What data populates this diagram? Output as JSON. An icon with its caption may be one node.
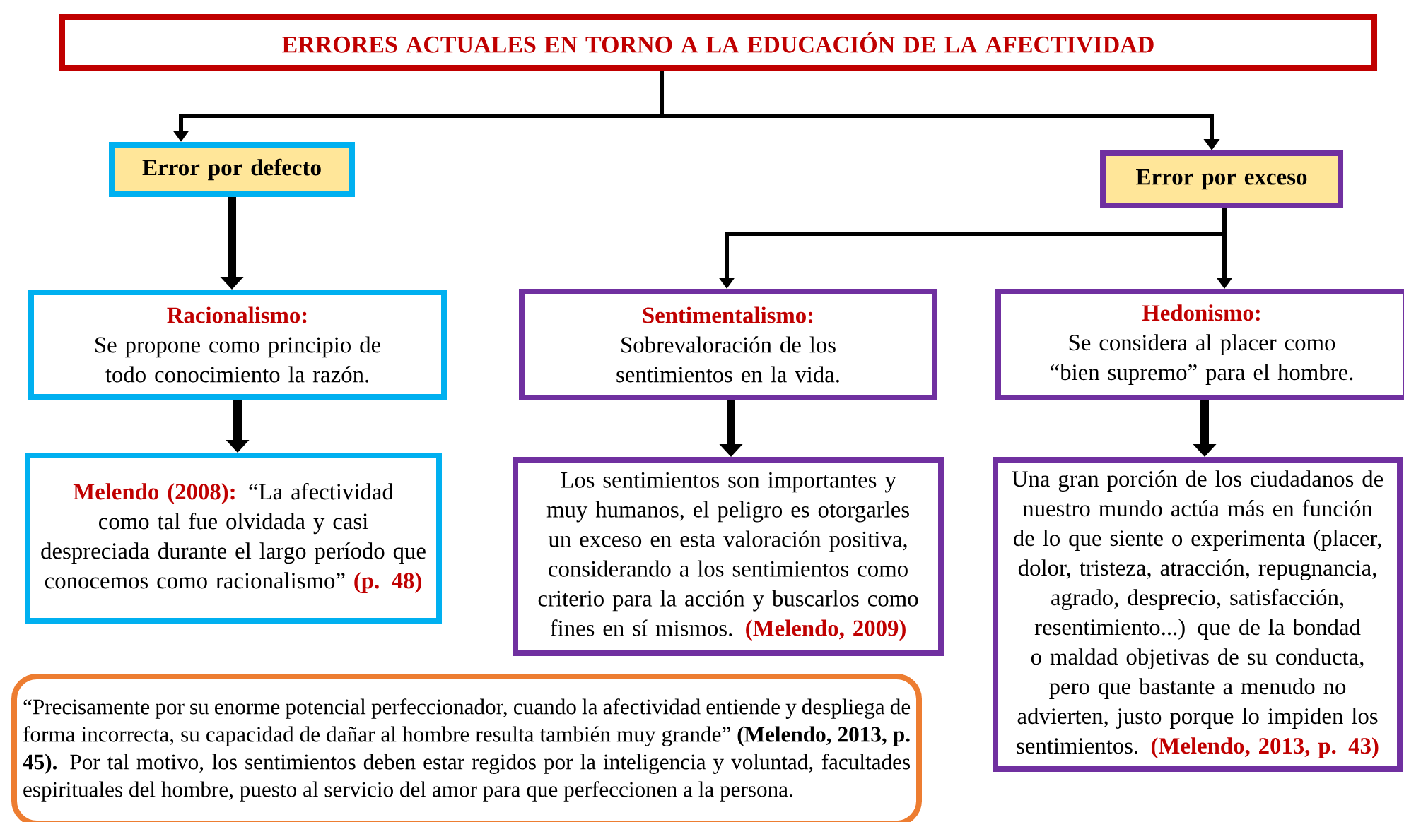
{
  "diagram": {
    "nodes": [
      {
        "text": [
          "ERRORES ACTUALES EN TORNO A LA EDUCACIÓN DE LA AFECTIVIDAD"
        ]
      },
      {
        "text": [
          "Error por defecto"
        ]
      },
      {
        "text": [
          "Error por exceso"
        ]
      },
      {
        "text": [
          "Racionalismo:",
          "Se propone como principio de todo conocimiento la razón."
        ]
      },
      {
        "text": [
          "Sentimentalismo:",
          "Sobrevaloración de los sentimientos en la vida."
        ]
      },
      {
        "text": [
          "Hedonismo:",
          "Se considera al placer como “bien supremo” para el hombre."
        ]
      },
      {
        "text": [
          "Melendo (2008):",
          "“La afectividad como tal fue olvidada y casi despreciada durante el largo período que conocemos como racionalismo”",
          "(p. 48)"
        ]
      },
      {
        "text": [
          "Los sentimientos son importantes y muy humanos, el peligro es otorgarles un exceso en esta valoración positiva, considerando a los sentimientos como criterio para la acción y buscarlos como fines en sí mismos.",
          "(Melendo, 2009)"
        ]
      },
      {
        "text": [
          "Una gran porción de los ciudadanos de nuestro mundo actúa más en función de lo que siente o experimenta (placer, dolor, tristeza, atracción, repugnancia, agrado, desprecio, satisfacción, resentimiento...) que de la bondad o maldad objetivas de su conducta, pero que bastante a menudo no advierten, justo porque lo impiden los sentimientos.",
          "(Melendo, 2013, p. 43)"
        ]
      },
      {
        "text": [
          "“Precisamente por su enorme potencial perfeccionador, cuando la afectividad entiende y despliega de forma incorrecta, su capacidad de dañar al hombre resulta también muy grande” **(Melendo, 2013, p. 45).** Por tal motivo, los sentimientos deben estar regidos por la inteligencia y voluntad, facultades espirituales del hombre, puesto al servicio del amor para que perfeccionen a la persona."
        ]
      }
    ],
    "edges": [
      {
        "from": 0,
        "to": 1,
        "arrow": "to"
      },
      {
        "from": 0,
        "to": 2,
        "arrow": "to"
      },
      {
        "from": 1,
        "to": 3,
        "arrow": "to",
        "style": "thick"
      },
      {
        "from": 2,
        "to": 4,
        "arrow": "to"
      },
      {
        "from": 2,
        "to": 5,
        "arrow": "to"
      },
      {
        "from": 3,
        "to": 6,
        "arrow": "to",
        "style": "thick"
      },
      {
        "from": 4,
        "to": 7,
        "arrow": "to",
        "style": "thick"
      },
      {
        "from": 5,
        "to": 8,
        "arrow": "to",
        "style": "thick"
      }
    ]
  }
}
